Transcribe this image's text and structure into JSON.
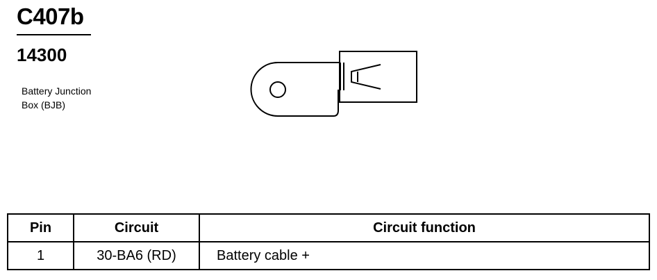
{
  "header": {
    "connector_id": "C407b",
    "part_number": "14300",
    "description_line1": "Battery Junction",
    "description_line2": "Box (BJB)"
  },
  "table": {
    "columns": [
      "Pin",
      "Circuit",
      "Circuit function"
    ],
    "rows": [
      {
        "pin": "1",
        "circuit": "30-BA6 (RD)",
        "function": "Battery cable +"
      }
    ]
  }
}
